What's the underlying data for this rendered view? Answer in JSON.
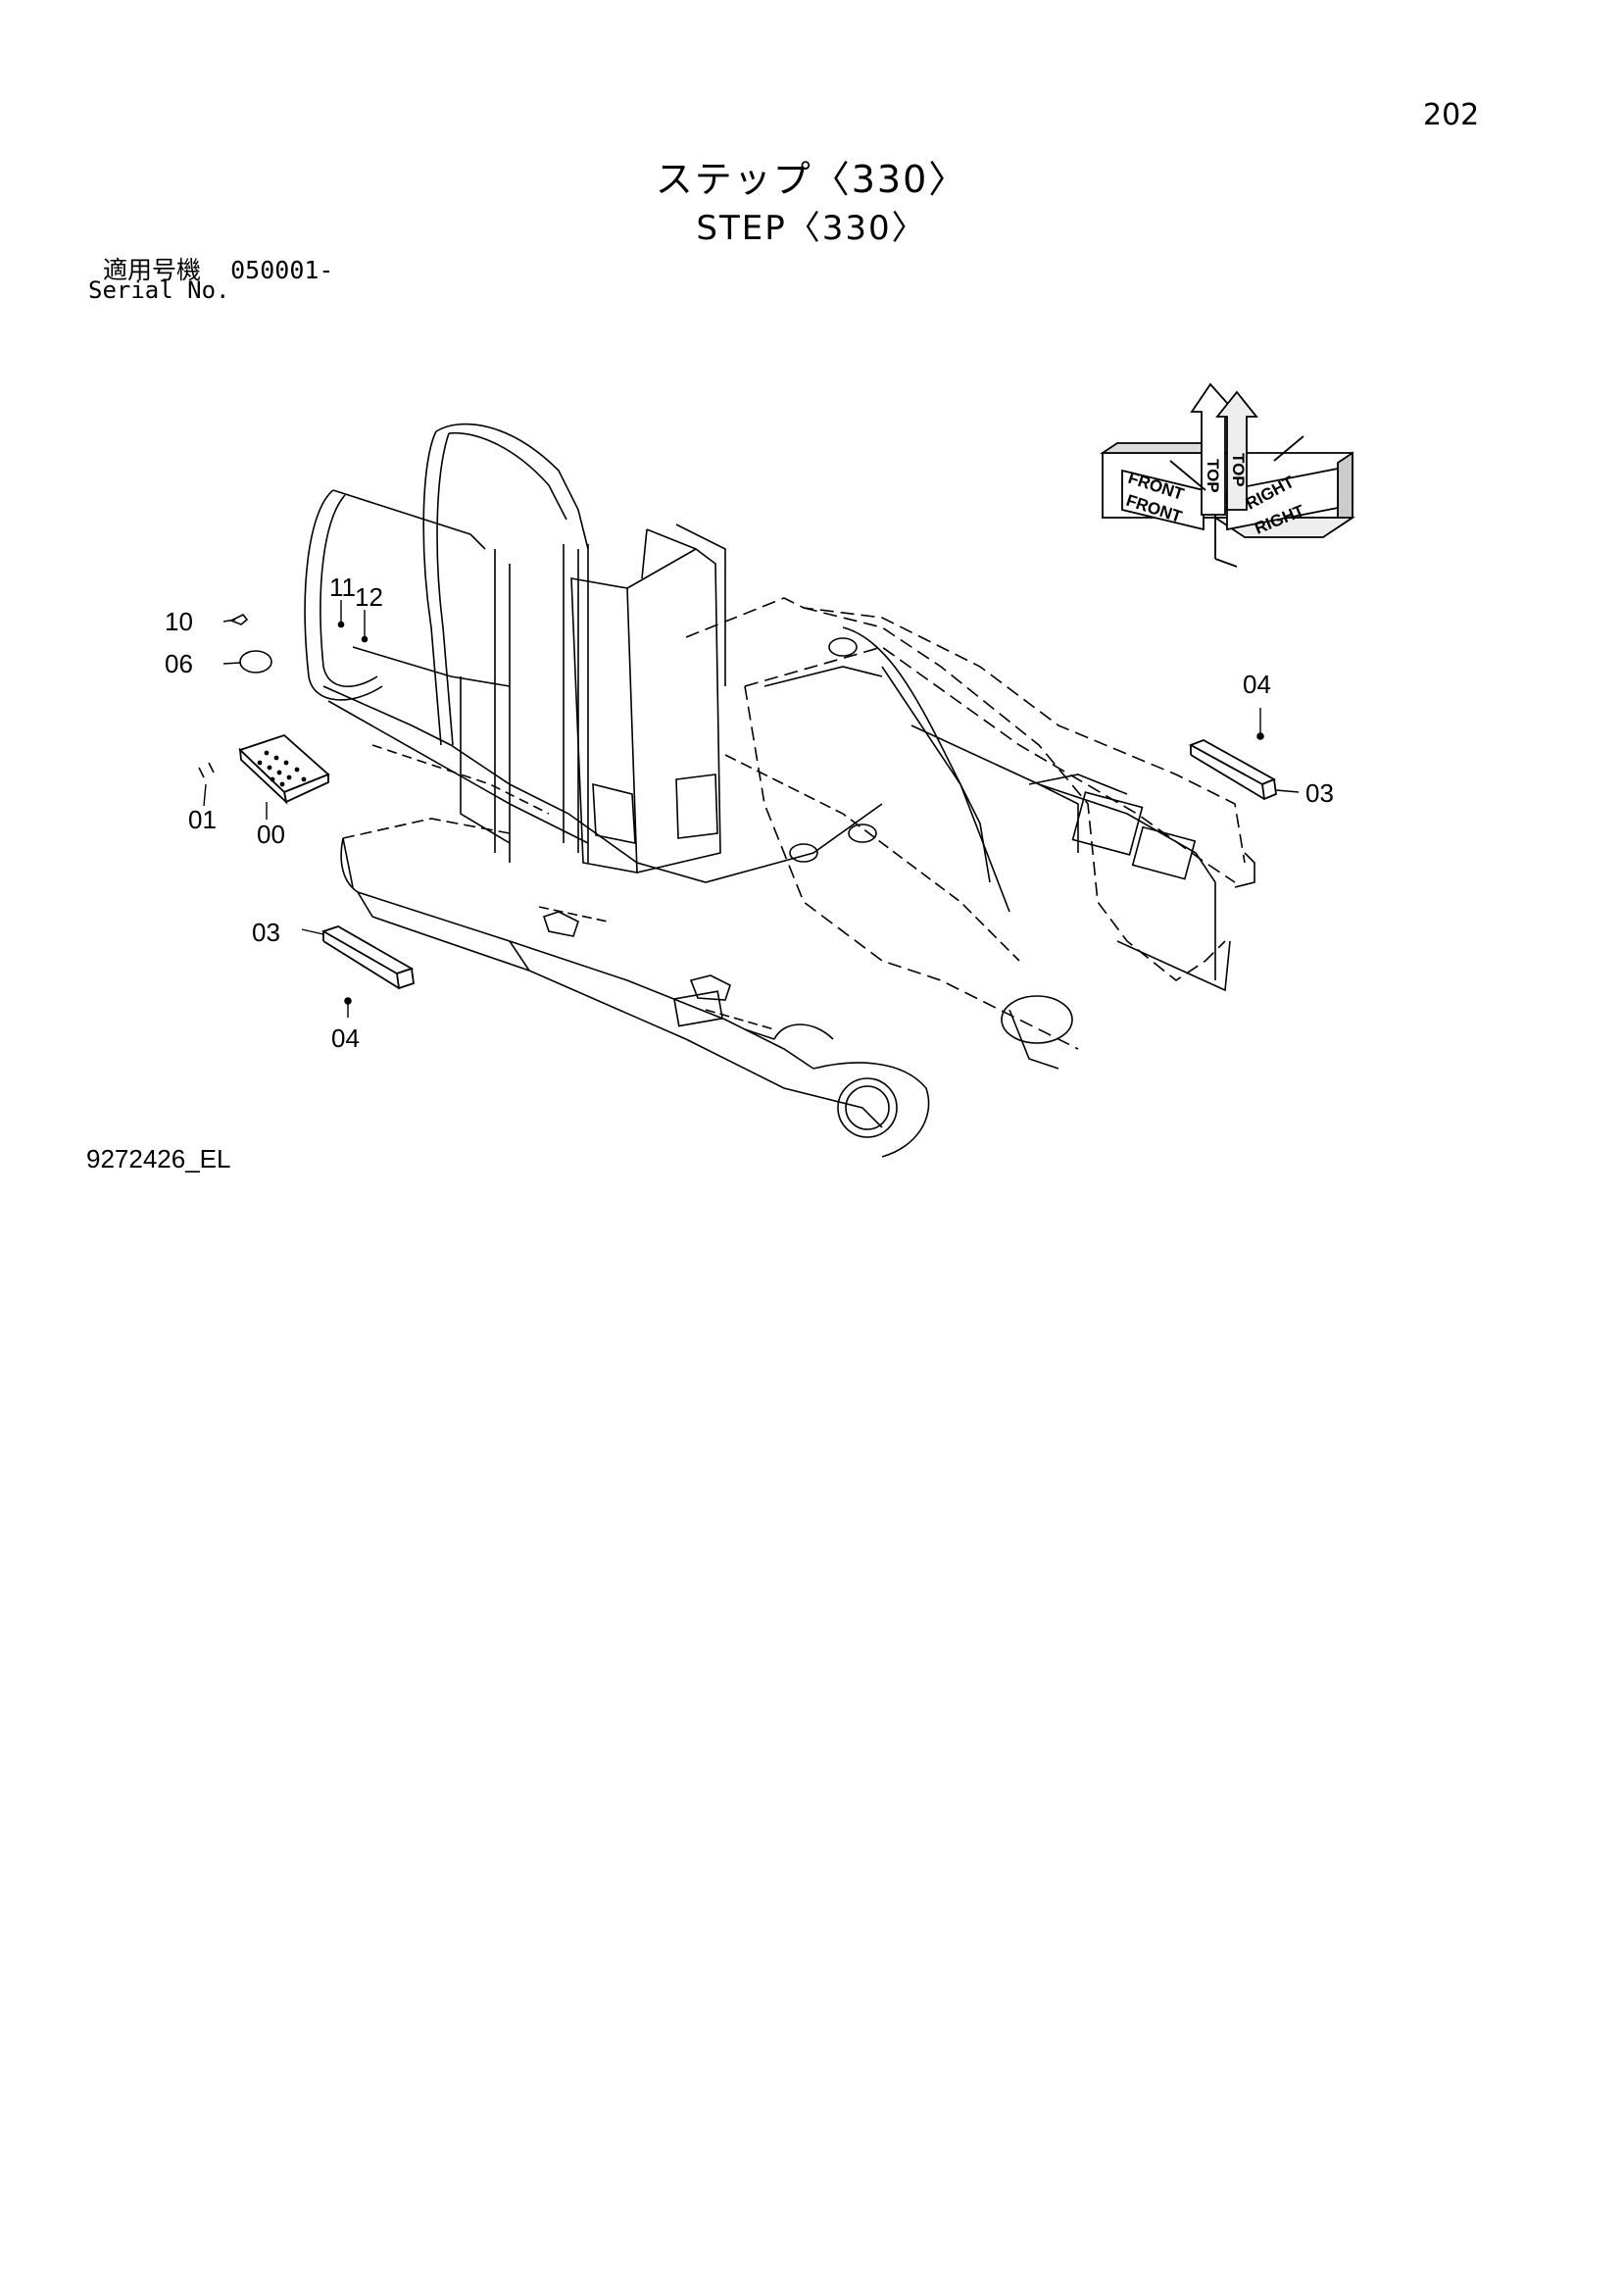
{
  "page_number": "202",
  "title": {
    "japanese": "ステップ〈330〉",
    "english": "STEP〈330〉"
  },
  "serial": {
    "label_japanese": "適用号機",
    "value": "050001-",
    "label_english": "Serial No."
  },
  "document_code": "9272426_EL",
  "orientation_cube": {
    "top_labels": [
      "TOP",
      "TOP"
    ],
    "front_labels": [
      "FRONT",
      "FRONT"
    ],
    "right_labels": [
      "RIGHT",
      "RIGHT"
    ]
  },
  "callouts": {
    "c00": "00",
    "c01": "01",
    "c03_left": "03",
    "c03_right": "03",
    "c04_left": "04",
    "c04_right": "04",
    "c06": "06",
    "c10": "10",
    "c11": "11",
    "c12": "12"
  }
}
